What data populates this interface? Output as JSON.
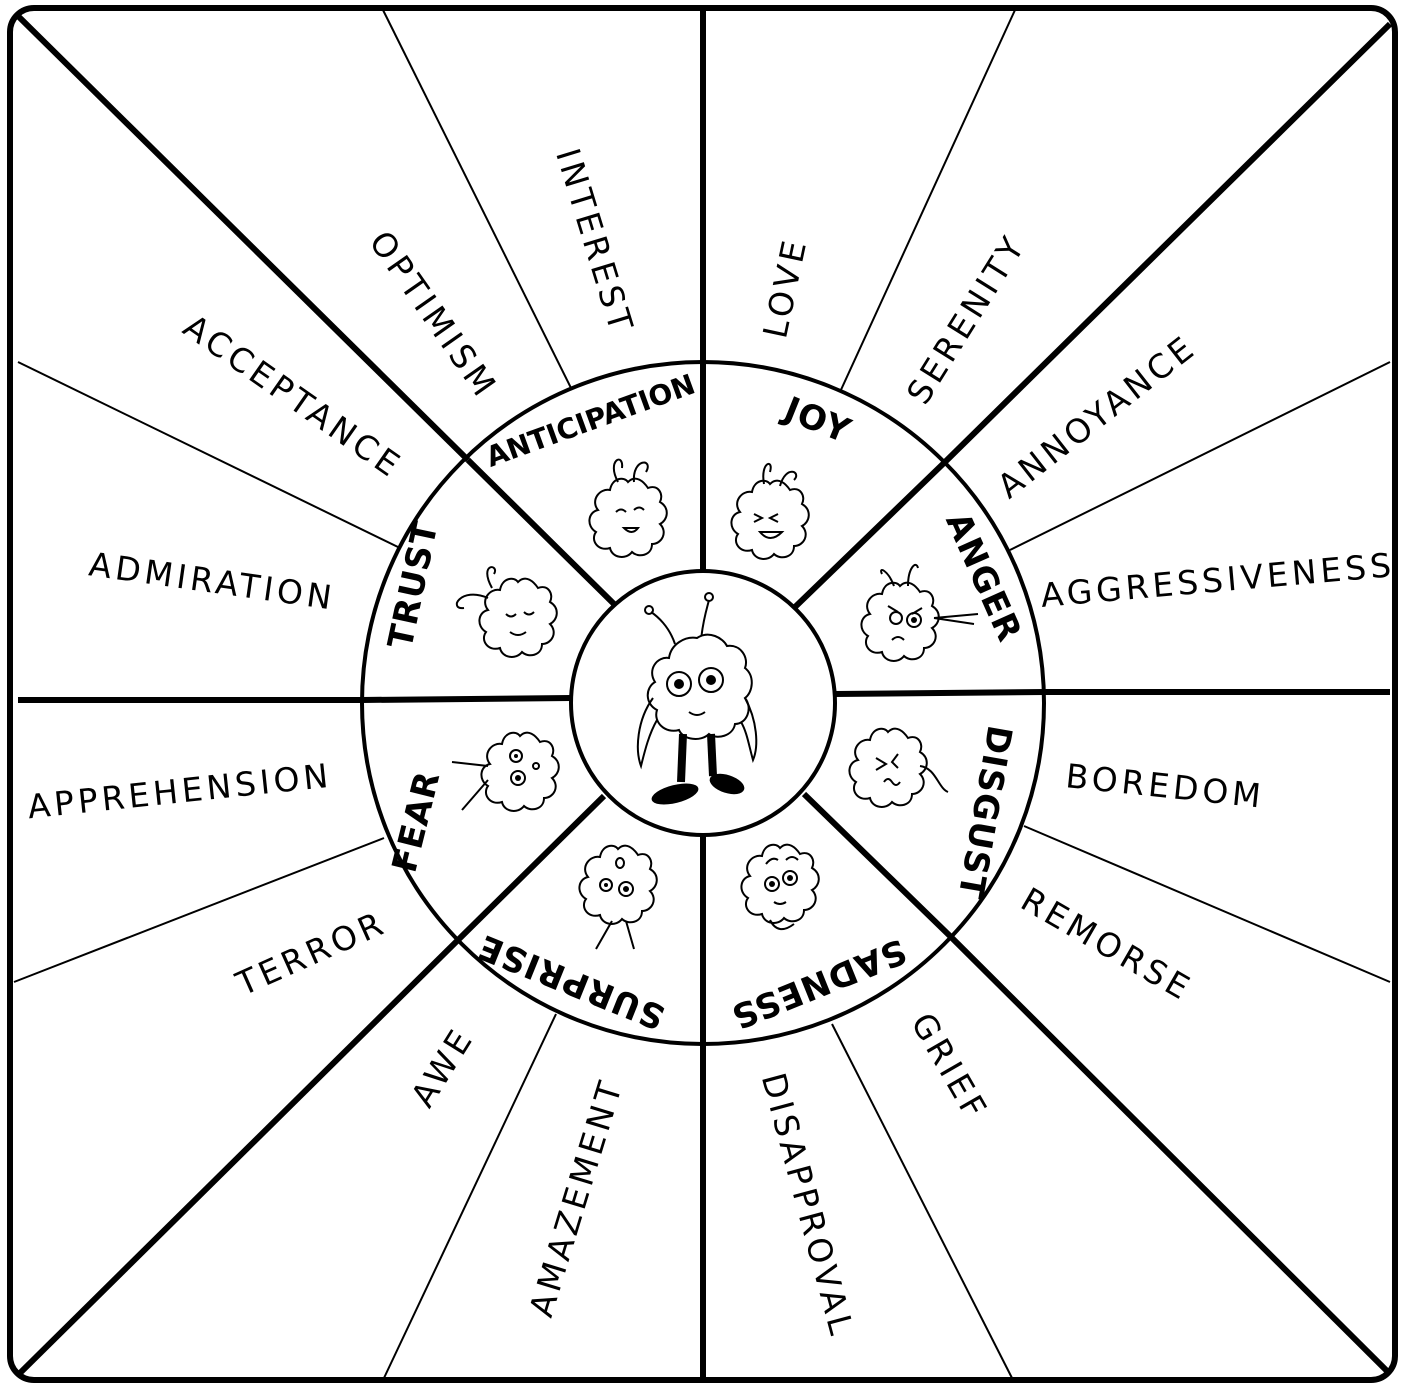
{
  "core_emotions": [
    {
      "key": "anticipation",
      "label": "ANTICIPATION",
      "angle": -20
    },
    {
      "key": "joy",
      "label": "JOY",
      "angle": 22
    },
    {
      "key": "anger",
      "label": "ANGER",
      "angle": 66
    },
    {
      "key": "disgust",
      "label": "DISGUST",
      "angle": 110
    },
    {
      "key": "sadness",
      "label": "SADNESS",
      "angle": 158
    },
    {
      "key": "surprise",
      "label": "SURPRISE",
      "angle": 202
    },
    {
      "key": "fear",
      "label": "FEAR",
      "angle": 248
    },
    {
      "key": "trust",
      "label": "TRUST",
      "angle": 290
    }
  ],
  "outer_emotions": [
    {
      "key": "interest",
      "label": "INTEREST"
    },
    {
      "key": "optimism",
      "label": "OPTIMISM"
    },
    {
      "key": "acceptance",
      "label": "ACCEPTANCE"
    },
    {
      "key": "admiration",
      "label": "ADMIRATION"
    },
    {
      "key": "apprehension",
      "label": "APPREHENSION"
    },
    {
      "key": "terror",
      "label": "TERROR"
    },
    {
      "key": "awe",
      "label": "AWE"
    },
    {
      "key": "amazement",
      "label": "AMAZEMENT"
    },
    {
      "key": "disapproval",
      "label": "DISAPPROVAL"
    },
    {
      "key": "grief",
      "label": "GRIEF"
    },
    {
      "key": "remorse",
      "label": "REMORSE"
    },
    {
      "key": "boredom",
      "label": "BOREDOM"
    },
    {
      "key": "aggressiveness",
      "label": "AGGRESSIVENESS"
    },
    {
      "key": "annoyance",
      "label": "ANNOYANCE"
    },
    {
      "key": "serenity",
      "label": "SERENITY"
    },
    {
      "key": "love",
      "label": "LOVE"
    }
  ],
  "colors": {
    "line": "#000000",
    "background": "#ffffff"
  }
}
